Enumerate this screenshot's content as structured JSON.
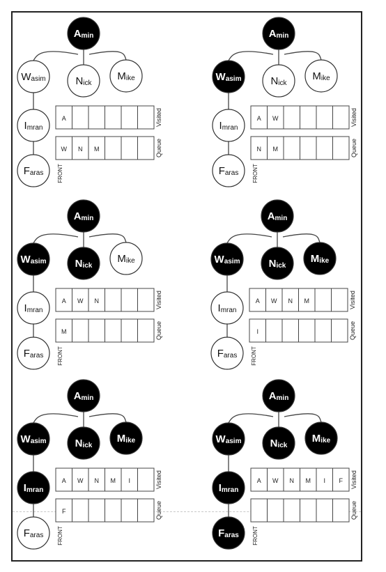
{
  "nodes": [
    {
      "id": "amin",
      "big": "A",
      "small": "min"
    },
    {
      "id": "wasim",
      "big": "W",
      "small": "asim"
    },
    {
      "id": "nick",
      "big": "N",
      "small": "ick"
    },
    {
      "id": "mike",
      "big": "M",
      "small": "ike"
    },
    {
      "id": "imran",
      "big": "I",
      "small": "mran"
    },
    {
      "id": "faras",
      "big": "F",
      "small": "aras"
    }
  ],
  "labels": {
    "visited": "Visited",
    "queue": "Queue",
    "front": "FRONT"
  },
  "colors": {
    "visited_fill": "#000000",
    "unvisited_fill": "#ffffff",
    "stroke": "#333333"
  },
  "steps": [
    {
      "black": [
        "amin"
      ],
      "visited": [
        "A"
      ],
      "queue": [
        "W",
        "N",
        "M"
      ]
    },
    {
      "black": [
        "amin",
        "wasim"
      ],
      "visited": [
        "A",
        "W"
      ],
      "queue": [
        "N",
        "M"
      ]
    },
    {
      "black": [
        "amin",
        "wasim",
        "nick"
      ],
      "visited": [
        "A",
        "W",
        "N"
      ],
      "queue": [
        "M"
      ]
    },
    {
      "black": [
        "amin",
        "wasim",
        "nick",
        "mike"
      ],
      "visited": [
        "A",
        "W",
        "N",
        "M"
      ],
      "queue": [
        "I"
      ]
    },
    {
      "black": [
        "amin",
        "wasim",
        "nick",
        "mike",
        "imran"
      ],
      "visited": [
        "A",
        "W",
        "N",
        "M",
        "I"
      ],
      "queue": [
        "F"
      ]
    },
    {
      "black": [
        "amin",
        "wasim",
        "nick",
        "mike",
        "imran",
        "faras"
      ],
      "visited": [
        "A",
        "W",
        "N",
        "M",
        "I",
        "F"
      ],
      "queue": []
    }
  ]
}
